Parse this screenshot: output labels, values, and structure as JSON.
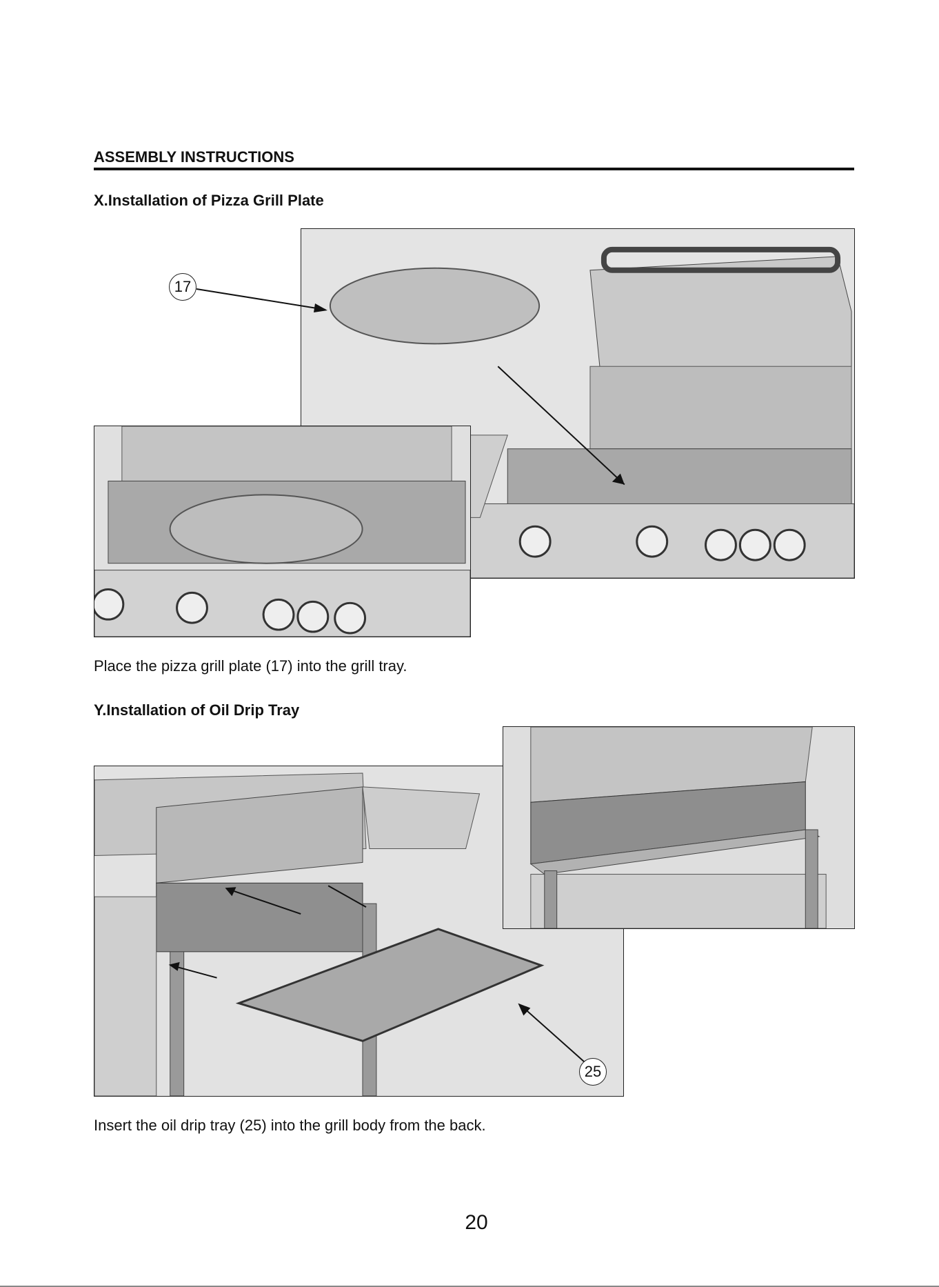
{
  "header": {
    "title": "ASSEMBLY INSTRUCTIONS"
  },
  "section_x": {
    "heading": "X.Installation of Pizza Grill Plate",
    "callout": "17",
    "caption": "Place the pizza grill plate (17) into the grill tray."
  },
  "section_y": {
    "heading": "Y.Installation of Oil Drip Tray",
    "callout": "25",
    "caption": "Insert the oil drip tray (25) into the grill body from the back."
  },
  "footer": {
    "page_number": "20"
  }
}
